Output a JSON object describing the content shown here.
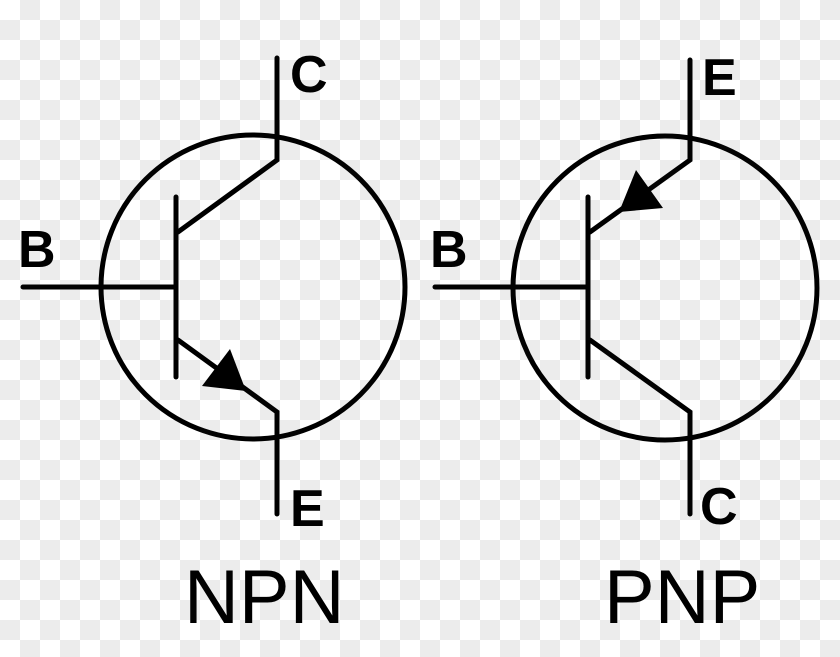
{
  "npn": {
    "collector_label": "C",
    "base_label": "B",
    "emitter_label": "E",
    "name": "NPN"
  },
  "pnp": {
    "emitter_label": "E",
    "base_label": "B",
    "collector_label": "C",
    "name": "PNP"
  },
  "colors": {
    "stroke": "#000000",
    "background": "#ffffff",
    "checker": "#ececec"
  }
}
